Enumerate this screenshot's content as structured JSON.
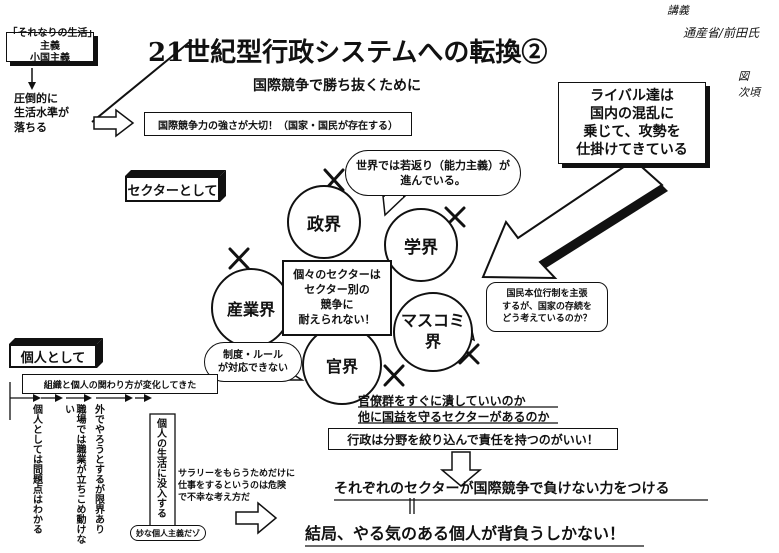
{
  "header": {
    "title": "21世紀型行政システムへの転換②",
    "subtitle": "国際競争で勝ち抜くために"
  },
  "handwriting": {
    "line1": "講義",
    "line2": "通産省/前田氏",
    "line3": "図",
    "line4": "次頃"
  },
  "top_left": {
    "stance_line1": "「それなりの生活」主義",
    "stance_line2": "小国主義",
    "living_line1": "圧倒的に",
    "living_line2": "生活水準が",
    "living_line3": "落ちる"
  },
  "main": {
    "competitiveness": "国際競争力の強さが大切！（国家・国民が存在する）"
  },
  "rival": {
    "line1": "ライバル達は",
    "line2": "国内の混乱に",
    "line3": "乗じて、攻勢を",
    "line4": "仕掛けてきている"
  },
  "labels": {
    "sector": "セクターとして",
    "individual": "個人として"
  },
  "bubbles": {
    "world_line1": "世界では若返り（能力主義）が",
    "world_line2": "進んでいる。",
    "rules_line1": "制度・ルール",
    "rules_line2": "が対応できない",
    "citizen_line1": "国民本位行制を主張",
    "citizen_line2": "するが、国家の存続を",
    "citizen_line3": "どう考えているのか？"
  },
  "circles": {
    "politics": "政界",
    "academia": "学界",
    "industry": "産業界",
    "media_line1": "マスコミ",
    "media_line2": "界",
    "bureaucracy": "官界"
  },
  "central": {
    "line1": "個々のセクターは",
    "line2": "セクター別の",
    "line3": "競争に",
    "line4": "耐えられない！"
  },
  "individual": {
    "org_relation": "組織と個人の関わり方が変化してきた",
    "v1": "個人としては問題点はわかる",
    "v2": "職場では職業が立ちこめ動けない",
    "v3": "外でやろうとするが限界あり",
    "v4": "個人の生活に没入する",
    "salary_line1": "サラリーをもらうためだけに",
    "salary_line2": "仕事をするというのは危険",
    "salary_line3": "で不幸な考え方だ",
    "selfish": "妙な個人主義だゾ"
  },
  "bottom": {
    "q1": "官僚群をすぐに潰していいのか",
    "q2": "他に国益を守るセクターがあるのか",
    "admin": "行政は分野を絞り込んで責任を持つのがいい！",
    "conclusion1": "それぞれのセクターが国際競争で負けない力をつける",
    "conclusion2": "結局、やる気のある個人が背負うしかない！"
  }
}
